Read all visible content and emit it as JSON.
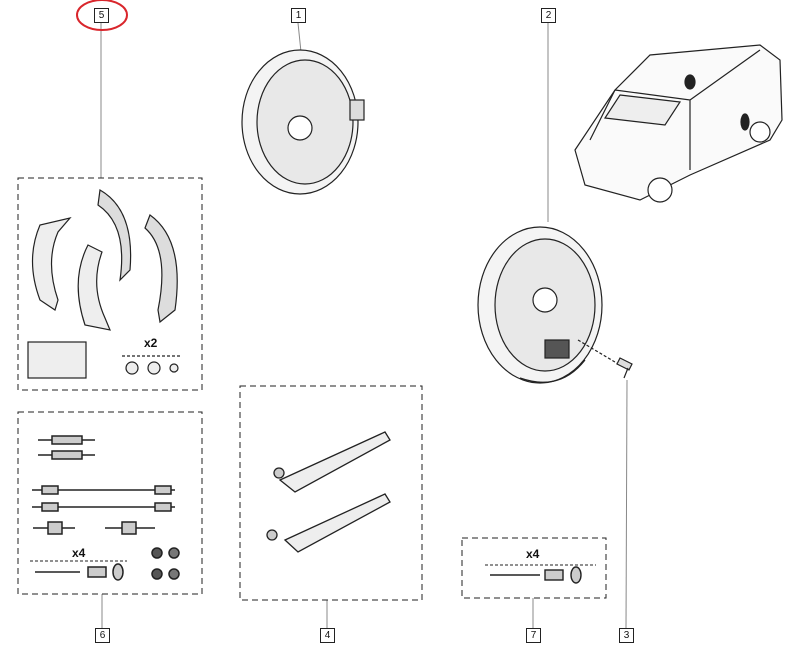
{
  "callouts": {
    "c1": "1",
    "c2": "2",
    "c3": "3",
    "c4": "4",
    "c5": "5",
    "c6": "6",
    "c7": "7"
  },
  "quantities": {
    "kit5_plugs": "x2",
    "kit6_pins": "x4",
    "kit7_pins": "x4"
  },
  "colors": {
    "highlight": "#d9262c",
    "line": "#222222"
  }
}
